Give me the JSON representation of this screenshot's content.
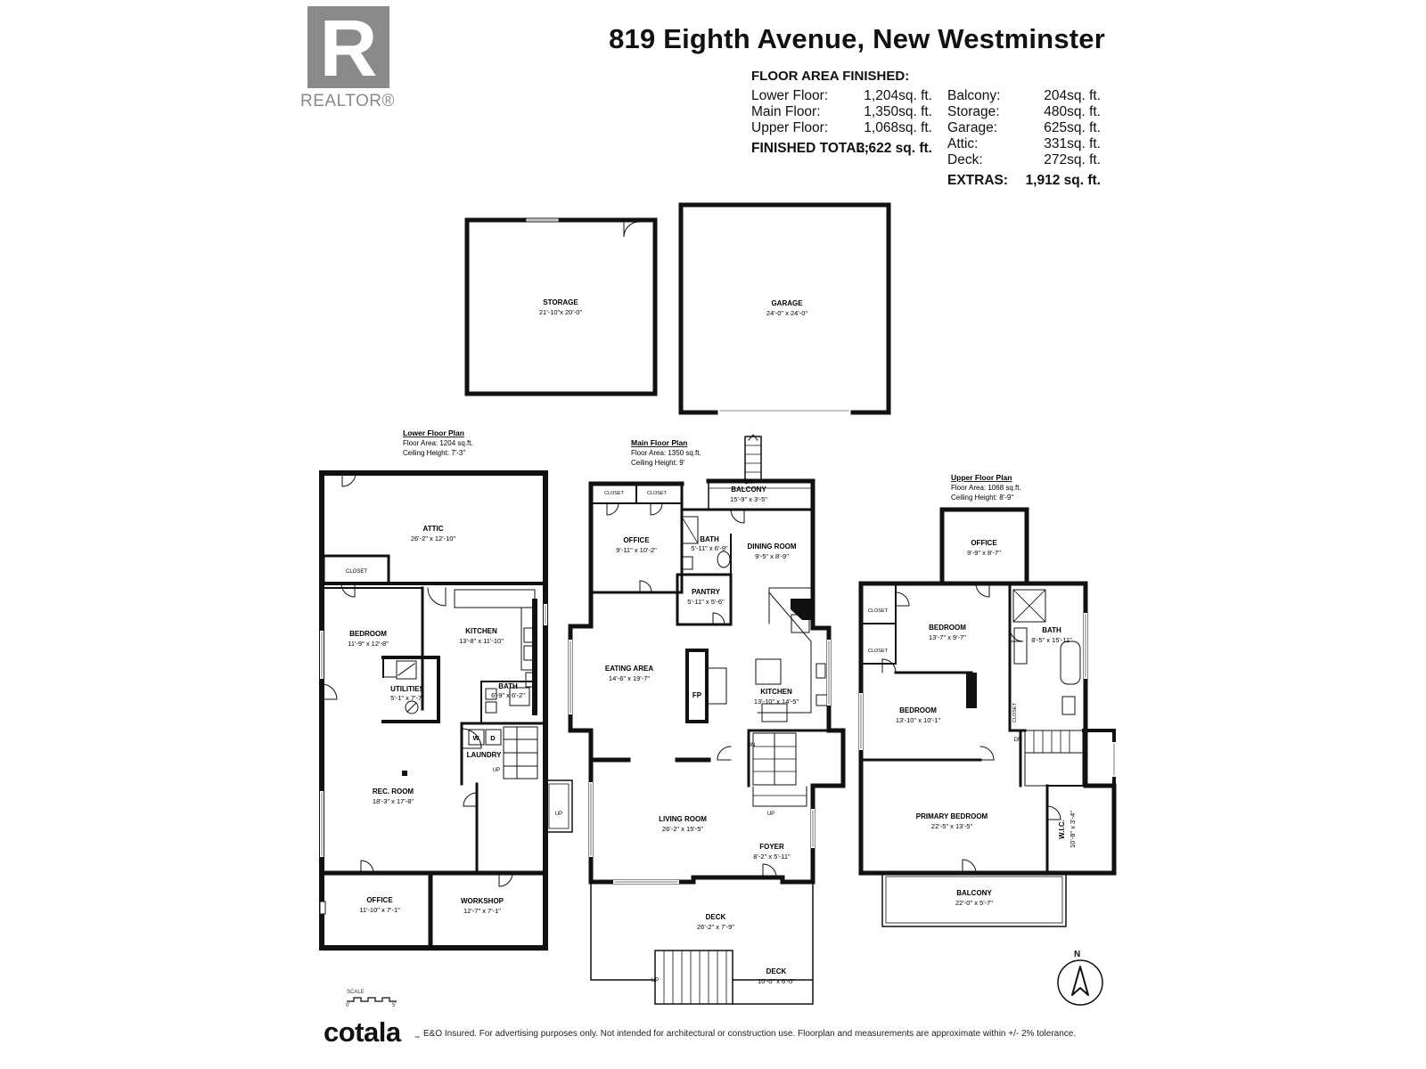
{
  "header": {
    "logo_letter": "R",
    "logo_text": "REALTOR®",
    "title": "819 Eighth Avenue, New Westminster"
  },
  "floor_area": {
    "heading": "FLOOR AREA FINISHED:",
    "finished": [
      {
        "label": "Lower Floor:",
        "value": "1,204sq. ft."
      },
      {
        "label": "Main Floor:",
        "value": "1,350sq. ft."
      },
      {
        "label": "Upper Floor:",
        "value": "1,068sq. ft."
      }
    ],
    "finished_total": {
      "label": "FINISHED TOTAL:",
      "value": "3,622 sq. ft."
    },
    "extras": [
      {
        "label": "Balcony:",
        "value": "204sq. ft."
      },
      {
        "label": "Storage:",
        "value": "480sq. ft."
      },
      {
        "label": "Garage:",
        "value": "625sq. ft."
      },
      {
        "label": "Attic:",
        "value": "331sq. ft."
      },
      {
        "label": "Deck:",
        "value": "272sq. ft."
      }
    ],
    "extras_total": {
      "label": "EXTRAS:",
      "value": "1,912 sq. ft."
    }
  },
  "plans": {
    "lower": {
      "title": "Lower Floor Plan",
      "area": "Floor Area: 1204 sq.ft.",
      "ceiling": "Ceiling Height: 7'-3\""
    },
    "main": {
      "title": "Main Floor Plan",
      "area": "Floor Area: 1350 sq.ft.",
      "ceiling": "Ceiling Height: 9'"
    },
    "upper": {
      "title": "Upper Floor Plan",
      "area": "Floor Area: 1068 sq.ft.",
      "ceiling": "Ceiling Height: 8'-9\""
    }
  },
  "rooms": {
    "storage": {
      "name": "STORAGE",
      "dim": "21'-10\"x 20'-0\""
    },
    "garage": {
      "name": "GARAGE",
      "dim": "24'-0\" x 24'-0\""
    },
    "attic": {
      "name": "ATTIC",
      "dim": "26'-2\" x 12'-10\""
    },
    "lower_closet": {
      "name": "CLOSET"
    },
    "lower_bedroom": {
      "name": "BEDROOM",
      "dim": "11'-9\" x 12'-8\""
    },
    "lower_kitchen": {
      "name": "KITCHEN",
      "dim": "13'-8\" x 11'-10\""
    },
    "utilities": {
      "name": "UTILITIES",
      "dim": "5'-1\" x 7'-7\""
    },
    "lower_bath": {
      "name": "BATH",
      "dim": "6'-9\" x 6'-2\""
    },
    "laundry": {
      "name": "LAUNDRY",
      "washer": "W",
      "dryer": "D"
    },
    "rec_room": {
      "name": "REC. ROOM",
      "dim": "18'-3\" x 17'-8\""
    },
    "lower_office": {
      "name": "OFFICE",
      "dim": "11'-10\" x 7'-1\""
    },
    "workshop": {
      "name": "WORKSHOP",
      "dim": "12'-7\" x 7'-1\""
    },
    "main_closet_1": {
      "name": "CLOSET"
    },
    "main_closet_2": {
      "name": "CLOSET"
    },
    "main_balcony": {
      "name": "BALCONY",
      "dim": "15'-9\" x 3'-5\""
    },
    "main_office": {
      "name": "OFFICE",
      "dim": "9'-11\" x 10'-2\""
    },
    "main_bath": {
      "name": "BATH",
      "dim": "5'-11\" x 6'-9\""
    },
    "dining_room": {
      "name": "DINING ROOM",
      "dim": "9'-5\" x 8'-9\""
    },
    "pantry": {
      "name": "PANTRY",
      "dim": "5'-11\" x 5'-6\""
    },
    "eating_area": {
      "name": "EATING AREA",
      "dim": "14'-6\" x 19'-7\""
    },
    "fireplace": {
      "name": "FP"
    },
    "main_kitchen": {
      "name": "KITCHEN",
      "dim": "13'-10\" x 14'-5\""
    },
    "living_room": {
      "name": "LIVING ROOM",
      "dim": "26'-2\" x 15'-5\""
    },
    "foyer": {
      "name": "FOYER",
      "dim": "8'-2\" x 5'-11\""
    },
    "deck": {
      "name": "DECK",
      "dim": "26'-2\" x 7'-9\""
    },
    "deck_small": {
      "name": "DECK",
      "dim": "10'-0\" x 6'-0\""
    },
    "upper_office": {
      "name": "OFFICE",
      "dim": "9'-9\" x 8'-7\""
    },
    "upper_closet_1": {
      "name": "CLOSET"
    },
    "upper_closet_2": {
      "name": "CLOSET"
    },
    "upper_bedroom_1": {
      "name": "BEDROOM",
      "dim": "13'-7\" x 9'-7\""
    },
    "upper_bath": {
      "name": "BATH",
      "dim": "8'-5\" x 15'-11\""
    },
    "upper_bedroom_2": {
      "name": "BEDROOM",
      "dim": "13'-10\" x 10'-1\""
    },
    "upper_closet_3": {
      "name": "CLOSET"
    },
    "primary_bedroom": {
      "name": "PRIMARY BEDROOM",
      "dim": "22'-5\" x 13'-5\""
    },
    "wic": {
      "name": "W.I.C.",
      "dim": "10'-8\" x 3'-4\""
    },
    "upper_balcony": {
      "name": "BALCONY",
      "dim": "22'-0\" x 5'-7\""
    }
  },
  "stair_labels": {
    "dn": "DN",
    "up": "UP"
  },
  "footer": {
    "scale_label": "SCALE",
    "scale_min": "0'",
    "scale_max": "5'",
    "brand": "cotala",
    "brand_mark": "™",
    "disclaimer": "E&O Insured. For advertising purposes only. Not intended for architectural or construction use. Floorplan and measurements are approximate within +/- 2% tolerance.",
    "north": "N"
  }
}
